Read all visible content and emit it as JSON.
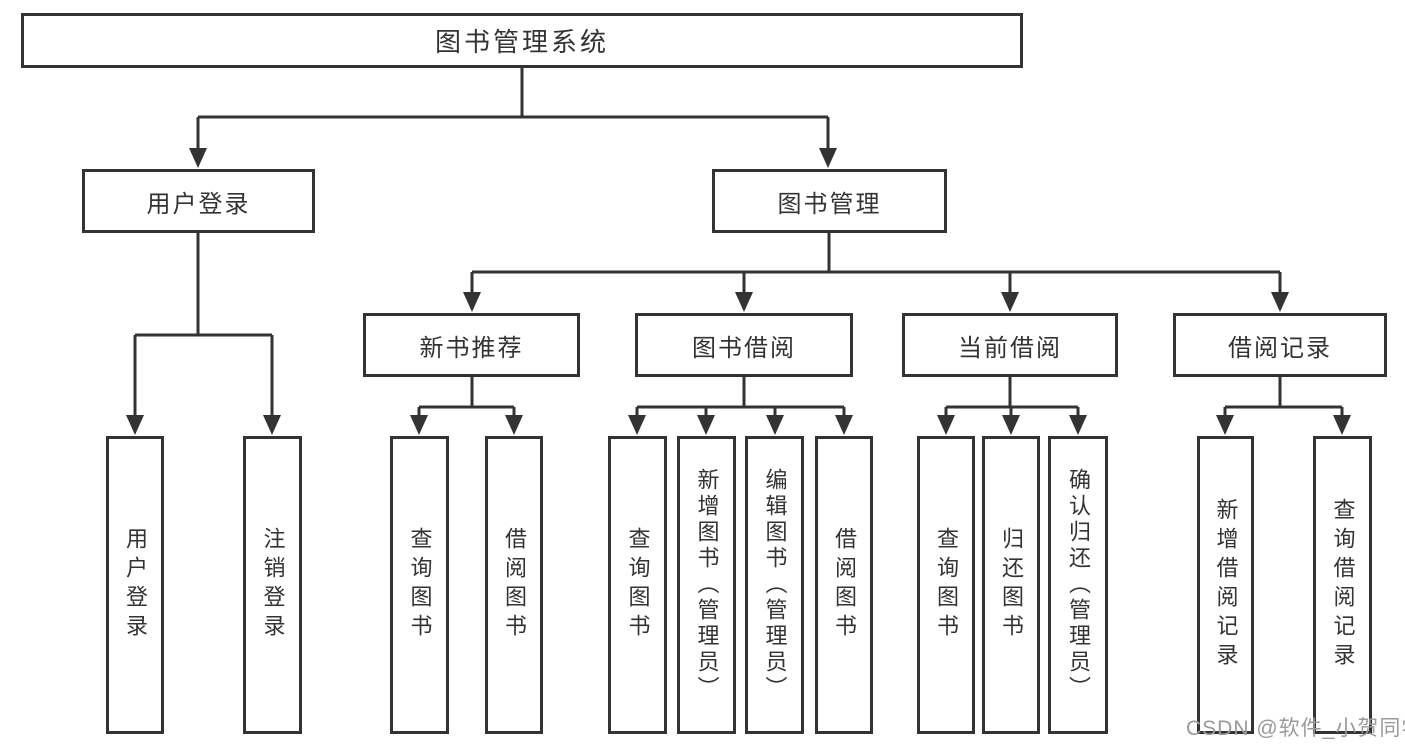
{
  "diagram": {
    "root": {
      "label": "图书管理系统"
    },
    "level2": [
      {
        "label": "用户登录"
      },
      {
        "label": "图书管理"
      }
    ],
    "level3": [
      {
        "label": "新书推荐"
      },
      {
        "label": "图书借阅"
      },
      {
        "label": "当前借阅"
      },
      {
        "label": "借阅记录"
      }
    ],
    "leaves": {
      "user_login": [
        {
          "label": "用户登录"
        },
        {
          "label": "注销登录"
        }
      ],
      "new_book": [
        {
          "label": "查询图书"
        },
        {
          "label": "借阅图书"
        }
      ],
      "book_borrow": [
        {
          "label": "查询图书"
        },
        {
          "label": "新增图书（管理员）"
        },
        {
          "label": "编辑图书（管理员）"
        },
        {
          "label": "借阅图书"
        }
      ],
      "current_borrow": [
        {
          "label": "查询图书"
        },
        {
          "label": "归还图书"
        },
        {
          "label": "确认归还（管理员）"
        }
      ],
      "borrow_records": [
        {
          "label": "新增借阅记录"
        },
        {
          "label": "查询借阅记录"
        }
      ]
    }
  },
  "watermark": {
    "text": "CSDN @软件_小贺同学"
  },
  "colors": {
    "line": "#333333",
    "text": "#333333",
    "box_background": "#ffffff",
    "page_background": "#ffffff",
    "watermark": "#9a9a9a"
  }
}
